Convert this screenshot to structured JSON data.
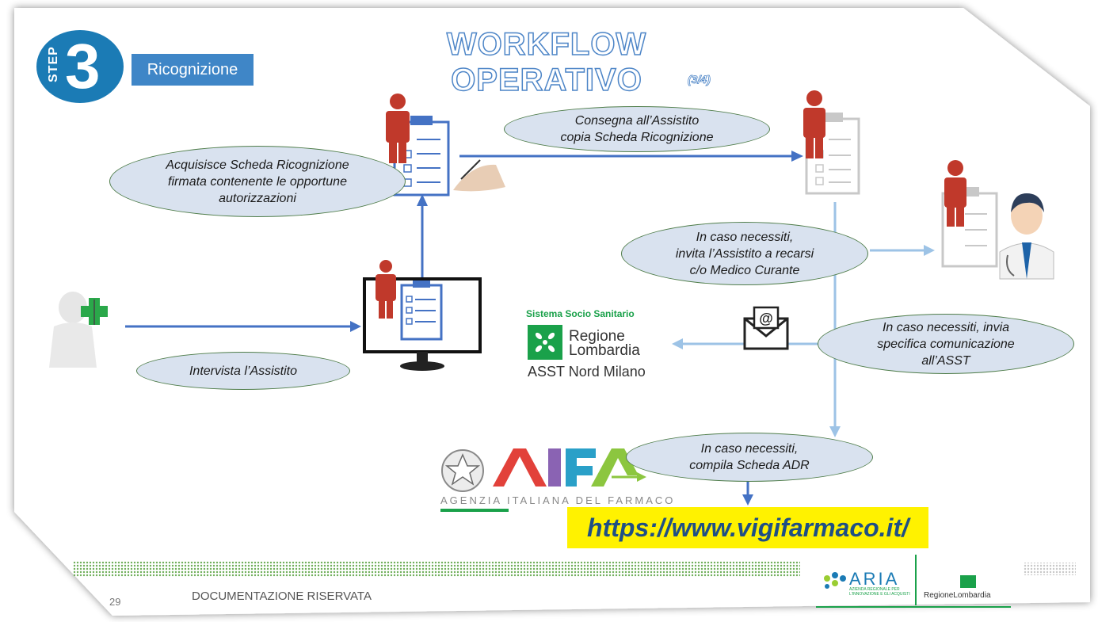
{
  "step": {
    "word": "STEP",
    "number": "3",
    "label": "Ricognizione"
  },
  "title": "WORKFLOW OPERATIVO",
  "subtitle": "(3/4)",
  "nodes": {
    "acquisisce": "Acquisisce Scheda Ricognizione\nfirmata contenente le opportune\nautorizzazioni",
    "consegna": "Consegna all’Assistito\ncopia  Scheda Ricognizione",
    "invita": "In caso necessiti,\ninvita l’Assistito a recarsi\nc/o Medico Curante",
    "comunicazione": "In caso necessiti, invia\nspecifica comunicazione\nall’ASST",
    "intervista": "Intervista l’Assistito",
    "adr": "In caso necessiti,\ncompila Scheda ADR"
  },
  "regione": {
    "sistema": "Sistema Socio Sanitario",
    "line1": "Regione",
    "line2": "Lombardia",
    "asst": "ASST Nord Milano"
  },
  "aifa": {
    "logo": "AIFA",
    "subtitle": "AGENZIA ITALIANA DEL FARMACO"
  },
  "url": "https://www.vigifarmaco.it/",
  "footer": {
    "text": "DOCUMENTAZIONE RISERVATA",
    "page": "29"
  },
  "aria": {
    "name": "ARIA",
    "tagline": "AZIENDA REGIONALE PER L'INNOVAZIONE E GLI ACQUISTI"
  },
  "regione_small": "RegioneLombardia",
  "colors": {
    "step_blue": "#1b7bb5",
    "label_blue": "#3f86c7",
    "oval_fill": "#d9e2ef",
    "arrow_dark": "#4472c4",
    "arrow_light": "#9dc3e6",
    "person_red": "#c0392b",
    "url_yellow": "#fff200",
    "green": "#1aa14a"
  }
}
